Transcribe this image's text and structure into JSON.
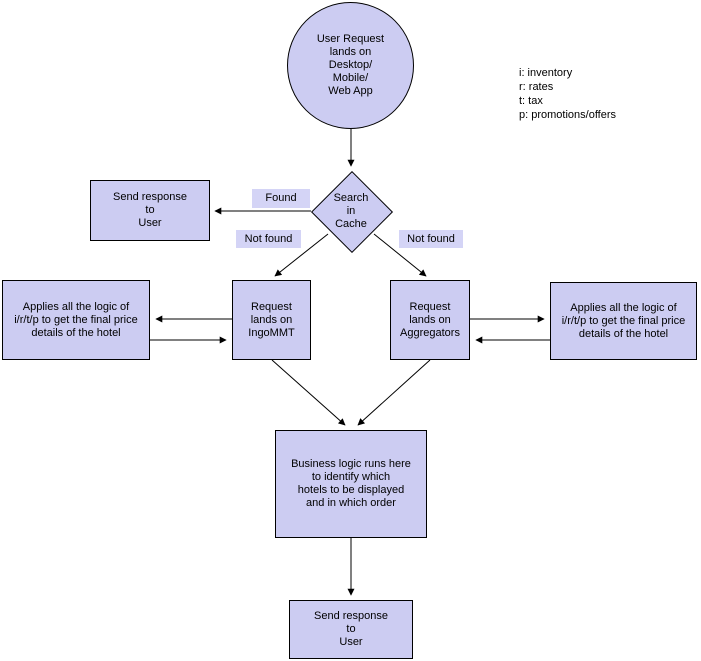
{
  "legend": {
    "items": [
      "i: inventory",
      "r: rates",
      "t: tax",
      "p: promotions/offers"
    ]
  },
  "nodes": {
    "user_request": {
      "label": "User Request\nlands on\nDesktop/\nMobile/\nWeb App"
    },
    "search_cache": {
      "label": "Search\nin\nCache"
    },
    "send_response_top": {
      "label": "Send response\nto\nUser"
    },
    "applies_logic_left": {
      "label": "Applies all the logic of\ni/r/t/p to get the final price\ndetails of the hotel"
    },
    "request_ingommt": {
      "label": "Request\nlands on\nIngoMMT"
    },
    "request_aggregators": {
      "label": "Request\nlands on\nAggregators"
    },
    "applies_logic_right": {
      "label": "Applies all the logic of\ni/r/t/p to get the final price\ndetails of the hotel"
    },
    "business_logic": {
      "label": "Business logic runs here\nto identify which\nhotels to be displayed\nand in which order"
    },
    "send_response_bottom": {
      "label": "Send response\nto\nUser"
    }
  },
  "edge_labels": {
    "found": "Found",
    "not_found_left": "Not found",
    "not_found_right": "Not found"
  },
  "colors": {
    "node_fill": "#ccccf2",
    "node_border": "#000000",
    "edge_label_fill": "#d4d4f6",
    "connector": "#000000",
    "text": "#000000",
    "background": "#ffffff"
  }
}
